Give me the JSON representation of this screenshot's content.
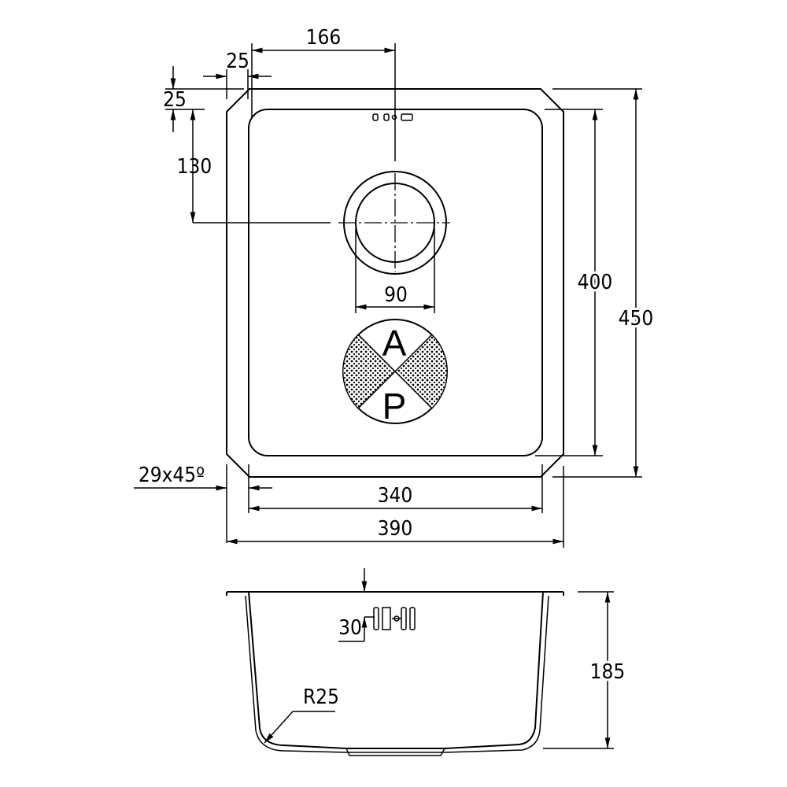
{
  "top_view": {
    "dims": {
      "offset_x": "166",
      "rim_left": "25",
      "rim_top": "25",
      "waste_y": "130",
      "waste_dia": "90",
      "inner_height": "400",
      "outer_height": "450",
      "chamfer": "29x45º",
      "inner_width": "340",
      "outer_width": "390"
    },
    "logo": {
      "top_letter": "A",
      "bottom_letter": "P"
    }
  },
  "side_view": {
    "dims": {
      "overflow_height": "30",
      "depth": "185",
      "radius": "R25"
    }
  }
}
